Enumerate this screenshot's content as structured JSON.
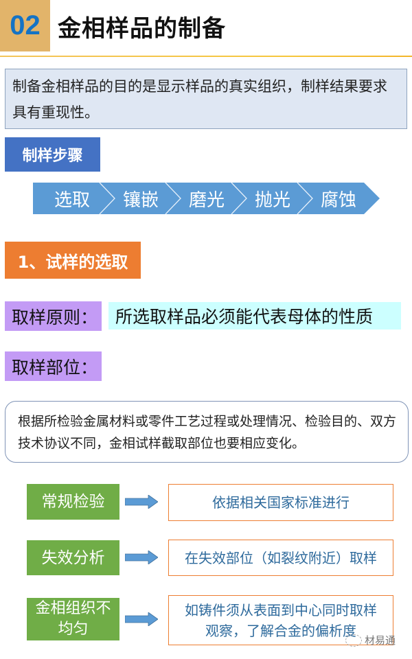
{
  "header": {
    "section_number": "02",
    "title": "金相样品的制备"
  },
  "intro": {
    "text": "制备金相样品的目的是显示样品的真实组织，制样结果要求具有重现性。"
  },
  "steps": {
    "heading": "制样步骤",
    "items": [
      {
        "label": "选取"
      },
      {
        "label": "镶嵌"
      },
      {
        "label": "磨光"
      },
      {
        "label": "抛光"
      },
      {
        "label": "腐蚀"
      }
    ]
  },
  "section1": {
    "heading": "1、试样的选取",
    "principle_label": "取样原则：",
    "principle_value": "所选取样品必须能代表母体的性质",
    "location_label": "取样部位：",
    "location_text": "根据所检验金属材料或零件工艺过程或处理情况、检验目的、双方技术协议不同，金相试样截取部位也要相应变化。",
    "rows": [
      {
        "case": "常规检验",
        "result": "依据相关国家标准进行"
      },
      {
        "case": "失效分析",
        "result": "在失效部位（如裂纹附近）取样"
      },
      {
        "case": "金相组织不均匀",
        "result": "如铸件须从表面到中心同时取样观察，了解合金的偏析度"
      }
    ]
  },
  "watermark": {
    "text": "材易通"
  },
  "colors": {
    "badge_bg": "#e2b46a",
    "badge_text": "#1473c5",
    "steps_heading_bg": "#4472c4",
    "chevron_bg": "#5b9bd5",
    "section_orange": "#ed7d31",
    "label_purple": "#c39bf5",
    "principle_cyan": "#ccffff",
    "case_green": "#70ad47",
    "result_border": "#ed7d31",
    "arrow_blue": "#5b9bd5"
  }
}
